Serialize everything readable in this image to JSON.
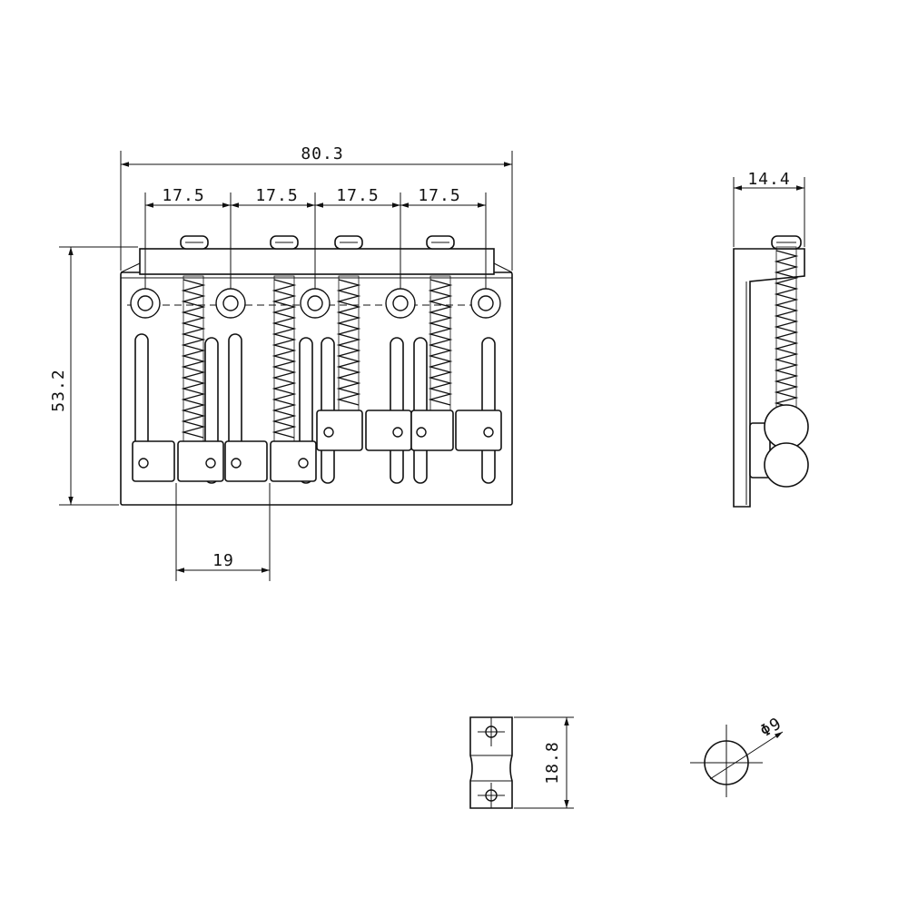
{
  "dimensions": {
    "overall_width": "80.3",
    "spacing_1": "17.5",
    "spacing_2": "17.5",
    "spacing_3": "17.5",
    "spacing_4": "17.5",
    "height": "53.2",
    "saddle_width": "19",
    "side_depth": "14.4",
    "saddle_length": "18.8",
    "roller_diameter": "Φ9"
  },
  "colors": {
    "line": "#111111",
    "background": "#ffffff"
  }
}
